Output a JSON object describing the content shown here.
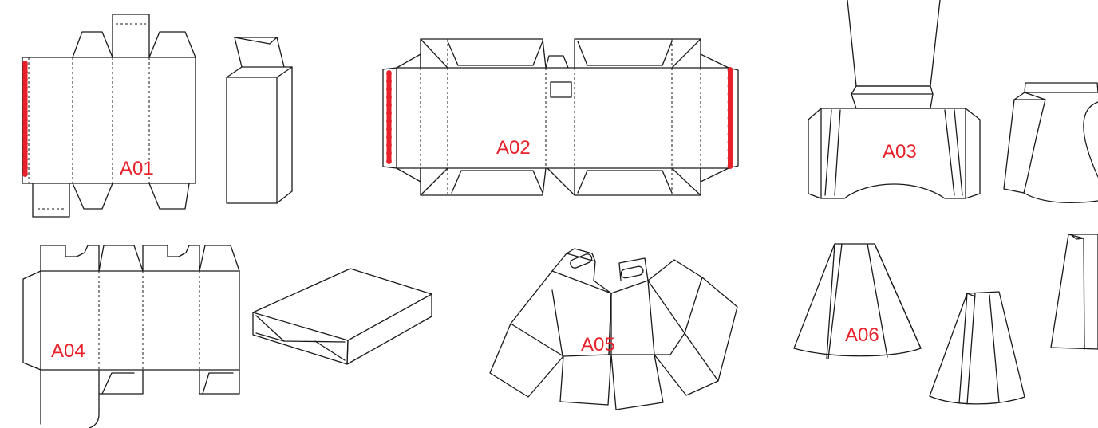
{
  "labels": {
    "a01": "A01",
    "a02": "A02",
    "a03": "A03",
    "a04": "A04",
    "a05": "A05",
    "a06": "A06"
  },
  "colors": {
    "line": "#1a1a1a",
    "label": "#e8202a",
    "glue": "#e8202a",
    "background": "#ffffff"
  }
}
